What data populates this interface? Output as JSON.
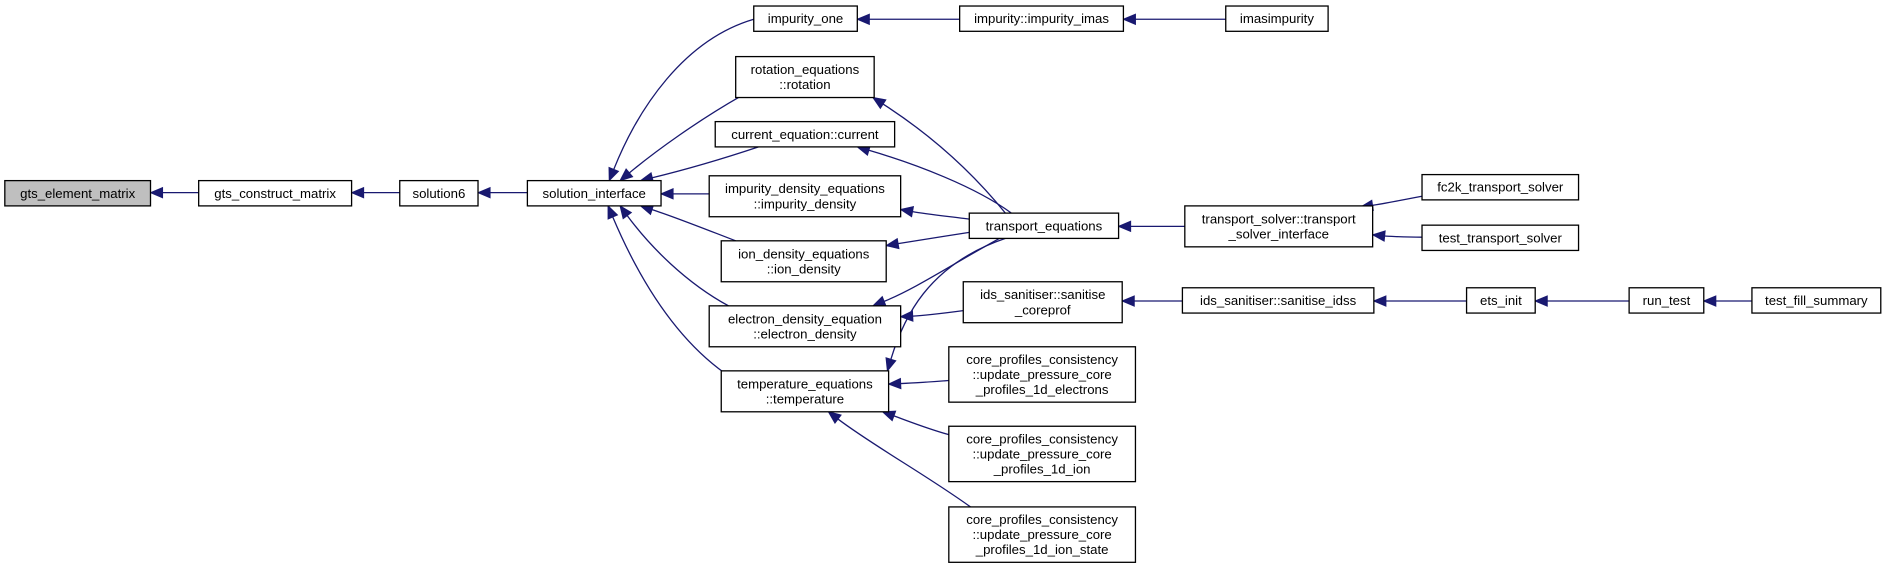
{
  "diagram": {
    "nodes": [
      {
        "id": "n0",
        "lines": [
          "gts_element_matrix"
        ],
        "root": true
      },
      {
        "id": "n1",
        "lines": [
          "gts_construct_matrix"
        ]
      },
      {
        "id": "n2",
        "lines": [
          "solution6"
        ]
      },
      {
        "id": "n3",
        "lines": [
          "solution_interface"
        ]
      },
      {
        "id": "n4",
        "lines": [
          "impurity_one"
        ]
      },
      {
        "id": "n5",
        "lines": [
          "rotation_equations",
          "::rotation"
        ]
      },
      {
        "id": "n6",
        "lines": [
          "current_equation::current"
        ]
      },
      {
        "id": "n7",
        "lines": [
          "impurity_density_equations",
          "::impurity_density"
        ]
      },
      {
        "id": "n8",
        "lines": [
          "ion_density_equations",
          "::ion_density"
        ]
      },
      {
        "id": "n9",
        "lines": [
          "electron_density_equation",
          "::electron_density"
        ]
      },
      {
        "id": "n10",
        "lines": [
          "temperature_equations",
          "::temperature"
        ]
      },
      {
        "id": "n11",
        "lines": [
          "impurity::impurity_imas"
        ]
      },
      {
        "id": "n12",
        "lines": [
          "imasimpurity"
        ]
      },
      {
        "id": "n13",
        "lines": [
          "transport_equations"
        ]
      },
      {
        "id": "n14",
        "lines": [
          "ids_sanitiser::sanitise",
          "_coreprof"
        ]
      },
      {
        "id": "n15",
        "lines": [
          "core_profiles_consistency",
          "::update_pressure_core",
          "_profiles_1d_electrons"
        ]
      },
      {
        "id": "n16",
        "lines": [
          "core_profiles_consistency",
          "::update_pressure_core",
          "_profiles_1d_ion"
        ]
      },
      {
        "id": "n17",
        "lines": [
          "core_profiles_consistency",
          "::update_pressure_core",
          "_profiles_1d_ion_state"
        ]
      },
      {
        "id": "n18",
        "lines": [
          "transport_solver::transport",
          "_solver_interface"
        ]
      },
      {
        "id": "n19",
        "lines": [
          "ids_sanitiser::sanitise_idss"
        ]
      },
      {
        "id": "n20",
        "lines": [
          "fc2k_transport_solver"
        ]
      },
      {
        "id": "n21",
        "lines": [
          "test_transport_solver"
        ]
      },
      {
        "id": "n22",
        "lines": [
          "ets_init"
        ]
      },
      {
        "id": "n23",
        "lines": [
          "run_test"
        ]
      },
      {
        "id": "n24",
        "lines": [
          "test_fill_summary"
        ]
      }
    ],
    "edges": [
      {
        "from": "n1",
        "to": "n0"
      },
      {
        "from": "n2",
        "to": "n1"
      },
      {
        "from": "n3",
        "to": "n2"
      },
      {
        "from": "n4",
        "to": "n3"
      },
      {
        "from": "n5",
        "to": "n3"
      },
      {
        "from": "n6",
        "to": "n3"
      },
      {
        "from": "n7",
        "to": "n3"
      },
      {
        "from": "n8",
        "to": "n3"
      },
      {
        "from": "n9",
        "to": "n3"
      },
      {
        "from": "n10",
        "to": "n3"
      },
      {
        "from": "n11",
        "to": "n4"
      },
      {
        "from": "n12",
        "to": "n11"
      },
      {
        "from": "n13",
        "to": "n5"
      },
      {
        "from": "n13",
        "to": "n6"
      },
      {
        "from": "n13",
        "to": "n7"
      },
      {
        "from": "n13",
        "to": "n8"
      },
      {
        "from": "n13",
        "to": "n9"
      },
      {
        "from": "n13",
        "to": "n10"
      },
      {
        "from": "n14",
        "to": "n9"
      },
      {
        "from": "n15",
        "to": "n10"
      },
      {
        "from": "n16",
        "to": "n10"
      },
      {
        "from": "n17",
        "to": "n10"
      },
      {
        "from": "n18",
        "to": "n13"
      },
      {
        "from": "n19",
        "to": "n14"
      },
      {
        "from": "n20",
        "to": "n18"
      },
      {
        "from": "n21",
        "to": "n18"
      },
      {
        "from": "n22",
        "to": "n19"
      },
      {
        "from": "n23",
        "to": "n22"
      },
      {
        "from": "n24",
        "to": "n23"
      }
    ]
  }
}
